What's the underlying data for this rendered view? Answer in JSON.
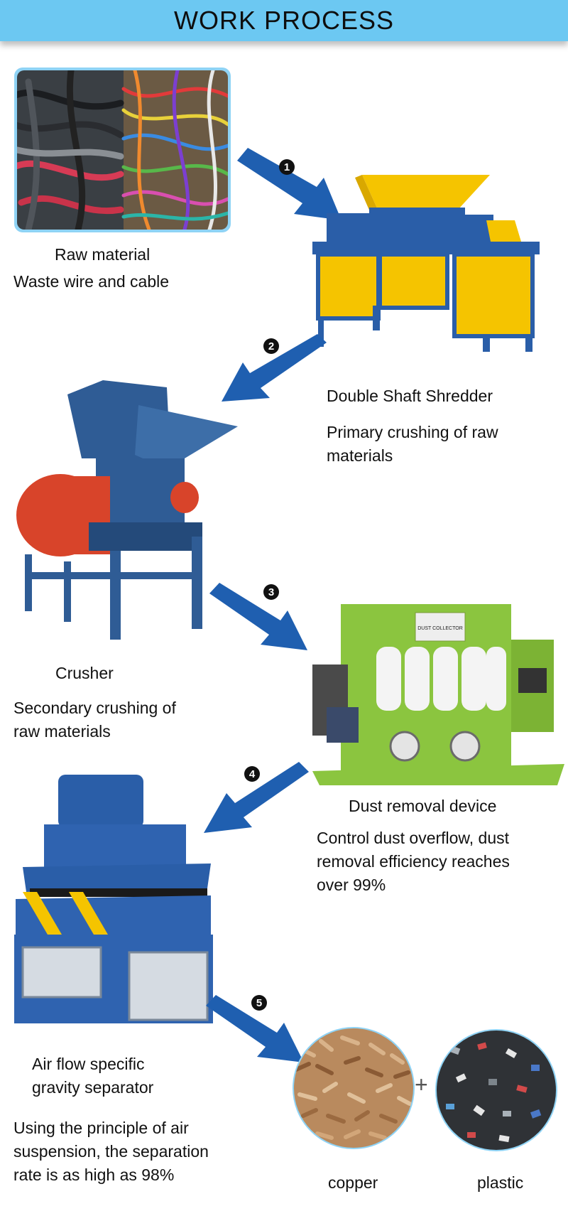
{
  "header": {
    "title": "WORK PROCESS"
  },
  "steps": [
    {
      "number": "1",
      "name": "Raw material",
      "description": "Waste wire and cable"
    },
    {
      "number": "2",
      "name": "Double Shaft Shredder",
      "description_line1": "Primary crushing of raw",
      "description_line2": "materials"
    },
    {
      "number": "3",
      "name": "Crusher",
      "description_line1": "Secondary crushing of",
      "description_line2": "raw materials"
    },
    {
      "number": "4",
      "name": "Dust removal device",
      "description_line1": "Control dust overflow, dust",
      "description_line2": "removal efficiency reaches",
      "description_line3": "over 99%"
    },
    {
      "number": "5",
      "name_line1": "Air flow specific",
      "name_line2": "gravity separator",
      "description_line1": "Using the principle of air",
      "description_line2": "suspension, the separation",
      "description_line3": "rate is as high as 98%"
    }
  ],
  "outputs": {
    "left": "copper",
    "plus": "+",
    "right": "plastic"
  },
  "dust_collector_sign": "DUST COLLECTOR",
  "colors": {
    "header": "#6cc8f2",
    "arrow": "#1f5fb0",
    "machine_blue": "#2a5ea8",
    "machine_yellow": "#f5c400",
    "crusher_red": "#d8442a",
    "dust_green": "#8bc53f"
  }
}
